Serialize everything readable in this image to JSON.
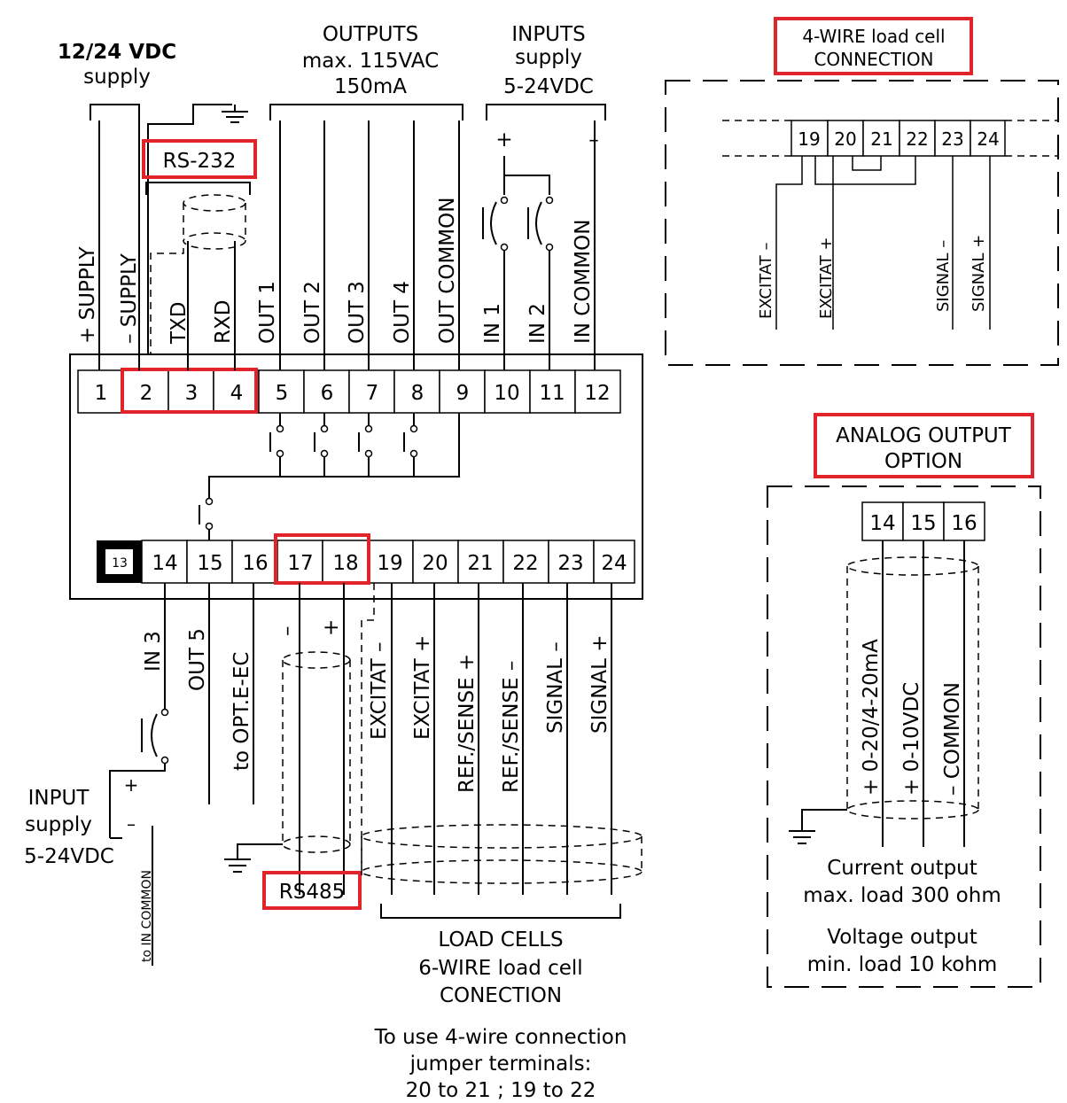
{
  "colors": {
    "highlight": "#e0242a",
    "ink": "#000000",
    "background": "#ffffff"
  },
  "top": {
    "supply_line1": "12/24 VDC",
    "supply_line2": "supply",
    "outputs_line1": "OUTPUTS",
    "outputs_line2": "max. 115VAC",
    "outputs_line3": "150mA",
    "inputs_line1": "INPUTS",
    "inputs_line2": "supply",
    "inputs_line3": "5-24VDC",
    "plus": "+",
    "minus": "–"
  },
  "rs232_label": "RS-232",
  "upper_terminals": [
    "1",
    "2",
    "3",
    "4",
    "5",
    "6",
    "7",
    "8",
    "9",
    "10",
    "11",
    "12"
  ],
  "upper_labels": [
    "+ SUPPLY",
    "– SUPPLY",
    "TXD",
    "RXD",
    "OUT 1",
    "OUT 2",
    "OUT 3",
    "OUT 4",
    "OUT COMMON",
    "IN 1",
    "IN 2",
    "IN COMMON"
  ],
  "lower_terminals": [
    "13",
    "14",
    "15",
    "16",
    "17",
    "18",
    "19",
    "20",
    "21",
    "22",
    "23",
    "24"
  ],
  "lower_labels": [
    "IN 3",
    "OUT 5",
    "to OPT.E-EC",
    "–",
    "+",
    "EXCITAT –",
    "EXCITAT +",
    "REF./SENSE +",
    "REF./SENSE –",
    "SIGNAL –",
    "SIGNAL +"
  ],
  "input_supply": {
    "line1": "INPUT",
    "line2": "supply",
    "line3": "5-24VDC",
    "plus": "+",
    "minus": "–",
    "to_common": "to IN COMMON"
  },
  "rs485_label": "RS485",
  "load_cells": {
    "line1": "LOAD CELLS",
    "line2": "6-WIRE load cell",
    "line3": "CONECTION"
  },
  "note": {
    "line1": "To use 4-wire connection",
    "line2": "jumper terminals:",
    "line3": "20 to 21 ; 19 to 22"
  },
  "four_wire": {
    "title_line1": "4-WIRE load cell",
    "title_line2": "CONNECTION",
    "terminals": [
      "19",
      "20",
      "21",
      "22",
      "23",
      "24"
    ],
    "labels": [
      "EXCITAT –",
      "EXCITAT +",
      "SIGNAL –",
      "SIGNAL +"
    ]
  },
  "analog": {
    "title_line1": "ANALOG OUTPUT",
    "title_line2": "OPTION",
    "terminals": [
      "14",
      "15",
      "16"
    ],
    "labels": [
      "+ 0-20/4-20mA",
      "+ 0-10VDC",
      "– COMMON"
    ],
    "current_line1": "Current output",
    "current_line2": "max. load 300 ohm",
    "voltage_line1": "Voltage output",
    "voltage_line2": "min. load 10 kohm"
  }
}
